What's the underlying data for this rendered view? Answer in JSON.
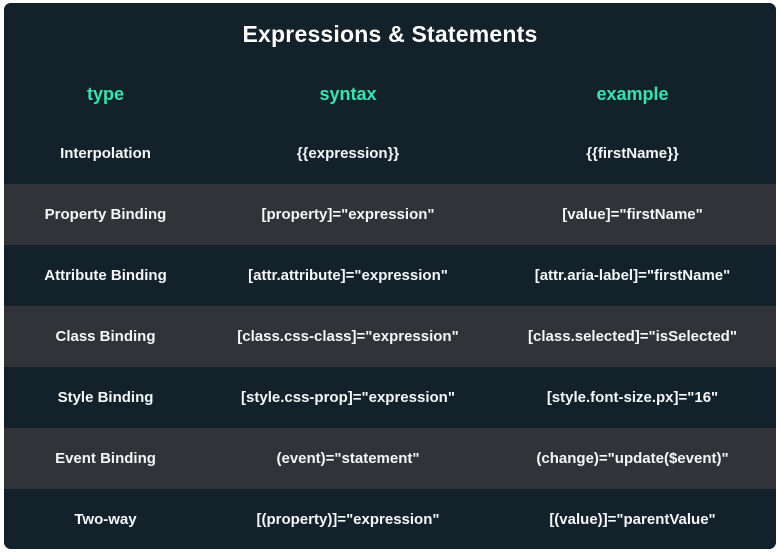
{
  "card": {
    "title": "Expressions & Statements",
    "accent_color": "#2ee8b0",
    "row_dark_color": "#13212a",
    "row_light_color": "#313338",
    "text_color": "#f4f7f8",
    "page_background": "#ffffff"
  },
  "table": {
    "columns": [
      {
        "key": "type",
        "label": "type"
      },
      {
        "key": "syntax",
        "label": "syntax"
      },
      {
        "key": "example",
        "label": "example"
      }
    ],
    "rows": [
      {
        "type": "Interpolation",
        "syntax": "{{expression}}",
        "example": "{{firstName}}",
        "stripe": "dark"
      },
      {
        "type": "Property Binding",
        "syntax": "[property]=\"expression\"",
        "example": "[value]=\"firstName\"",
        "stripe": "light"
      },
      {
        "type": "Attribute Binding",
        "syntax": "[attr.attribute]=\"expression\"",
        "example": "[attr.aria-label]=\"firstName\"",
        "stripe": "dark"
      },
      {
        "type": "Class Binding",
        "syntax": "[class.css-class]=\"expression\"",
        "example": "[class.selected]=\"isSelected\"",
        "stripe": "light"
      },
      {
        "type": "Style Binding",
        "syntax": "[style.css-prop]=\"expression\"",
        "example": "[style.font-size.px]=\"16\"",
        "stripe": "dark"
      },
      {
        "type": "Event Binding",
        "syntax": "(event)=\"statement\"",
        "example": "(change)=\"update($event)\"",
        "stripe": "light"
      },
      {
        "type": "Two-way",
        "syntax": "[(property)]=\"expression\"",
        "example": "[(value)]=\"parentValue\"",
        "stripe": "dark"
      }
    ]
  }
}
